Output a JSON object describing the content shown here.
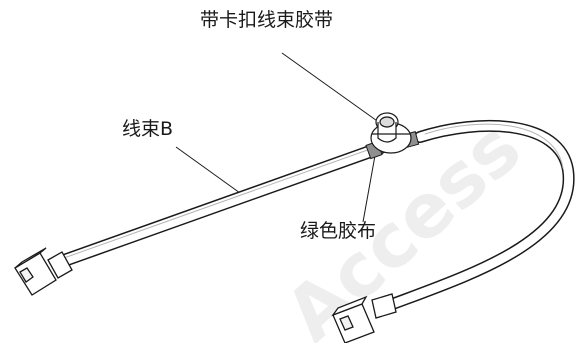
{
  "labels": {
    "clip_band": "带卡扣线束胶带",
    "harness_b": "线束B",
    "green_tape": "绿色胶布"
  },
  "watermark": {
    "text": "Access",
    "color": "#e6e6e6"
  },
  "colors": {
    "line": "#1a1a1a",
    "cable_fill": "#ffffff"
  }
}
